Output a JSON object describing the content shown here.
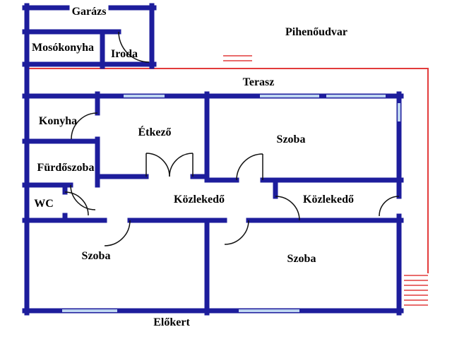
{
  "colors": {
    "wall": "#1d1d9c",
    "window": "#bdd5f0",
    "boundary": "#e23b3b",
    "ink": "#000000",
    "paper": "#ffffff"
  },
  "rooms": {
    "garazs": "Garázs",
    "mosokonyha": "Mosókonyha",
    "iroda": "Iroda",
    "pihenoudvar": "Pihenőudvar",
    "terasz": "Terasz",
    "konyha": "Konyha",
    "etkezo": "Étkező",
    "szoba_felso": "Szoba",
    "furdoszoba": "Fürdőszoba",
    "wc": "WC",
    "kozlekedo_kozponti": "Közlekedő",
    "kozlekedo_jobb": "Közlekedő",
    "szoba_bal_also": "Szoba",
    "szoba_jobb_also": "Szoba",
    "elokert": "Előkert"
  }
}
